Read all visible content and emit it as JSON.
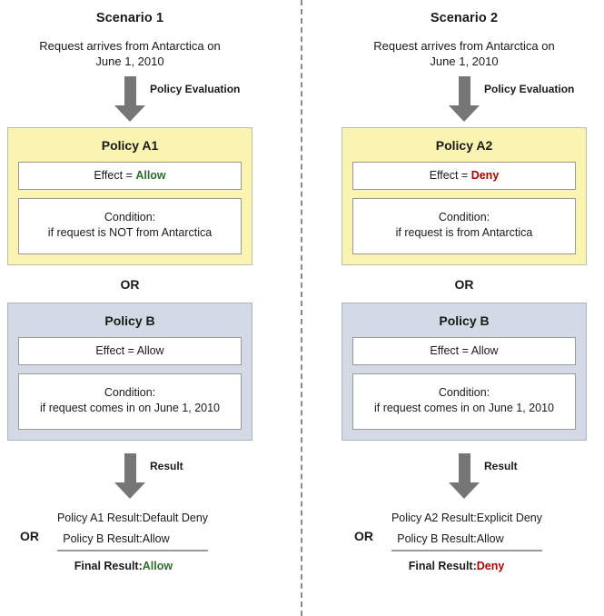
{
  "divider": {
    "style": "vertical-dashed"
  },
  "scenarios": [
    {
      "id": "scenario-1",
      "title": "Scenario 1",
      "description": "Request arrives from Antarctica on\nJune 1, 2010",
      "eval_arrow_label": "Policy Evaluation",
      "policy_a": {
        "name": "Policy A1",
        "effect_label": "Effect = ",
        "effect_value": "Allow",
        "effect_kind": "allow",
        "condition": "Condition:\nif request is NOT from Antarctica"
      },
      "or_separator": "OR",
      "policy_b": {
        "name": "Policy B",
        "effect_label": "Effect = ",
        "effect_value": "Allow",
        "effect_kind": "plain",
        "condition": "Condition:\nif request comes in on June 1, 2010"
      },
      "result_arrow_label": "Result",
      "result": {
        "or_brace": "OR",
        "rows": [
          {
            "label": "Policy A1 Result:",
            "value": "Default Deny"
          },
          {
            "label": "Policy B Result:",
            "value": "Allow"
          }
        ],
        "final_label": "Final Result:",
        "final_value": "Allow",
        "final_kind": "allow"
      }
    },
    {
      "id": "scenario-2",
      "title": "Scenario 2",
      "description": "Request arrives from Antarctica on\nJune 1, 2010",
      "eval_arrow_label": "Policy Evaluation",
      "policy_a": {
        "name": "Policy A2",
        "effect_label": "Effect = ",
        "effect_value": "Deny",
        "effect_kind": "deny",
        "condition": "Condition:\nif request is from Antarctica"
      },
      "or_separator": "OR",
      "policy_b": {
        "name": "Policy B",
        "effect_label": "Effect = ",
        "effect_value": "Allow",
        "effect_kind": "plain",
        "condition": "Condition:\nif request comes in on June 1, 2010"
      },
      "result_arrow_label": "Result",
      "result": {
        "or_brace": "OR",
        "rows": [
          {
            "label": "Policy A2 Result:",
            "value": "Explicit Deny"
          },
          {
            "label": "Policy B Result:",
            "value": "Allow"
          }
        ],
        "final_label": "Final Result:",
        "final_value": "Deny",
        "final_kind": "deny"
      }
    }
  ],
  "colors": {
    "policy_a_fill": "#fbf3b0",
    "policy_b_fill": "#d4dae5",
    "arrow": "#767676",
    "allow": "#2e7030",
    "deny": "#b30000"
  }
}
